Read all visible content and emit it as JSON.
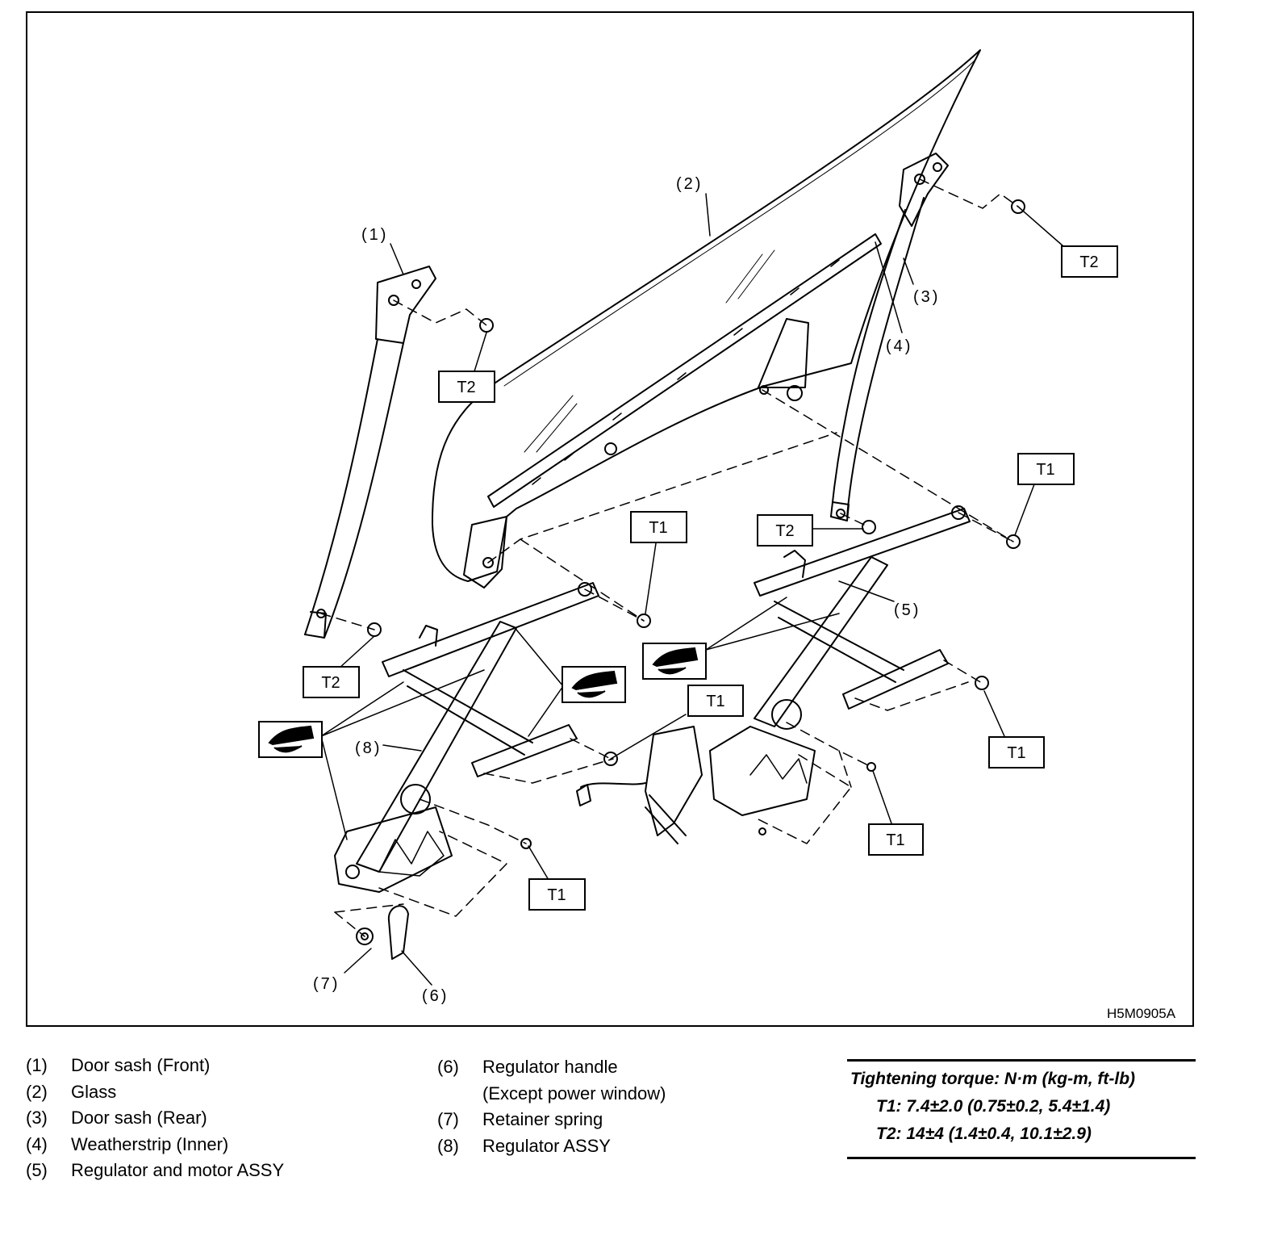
{
  "diagram": {
    "code": "H5M0905A",
    "callouts": [
      "(1)",
      "(2)",
      "(3)",
      "(4)",
      "(5)",
      "(6)",
      "(7)",
      "(8)"
    ],
    "torque_boxes": {
      "t1": "T1",
      "t2": "T2"
    }
  },
  "legend": {
    "items": [
      {
        "num": "(1)",
        "text": "Door sash (Front)"
      },
      {
        "num": "(2)",
        "text": "Glass"
      },
      {
        "num": "(3)",
        "text": "Door sash (Rear)"
      },
      {
        "num": "(4)",
        "text": "Weatherstrip (Inner)"
      },
      {
        "num": "(5)",
        "text": "Regulator and motor ASSY"
      },
      {
        "num": "(6)",
        "text": "Regulator handle",
        "cont": "(Except power window)"
      },
      {
        "num": "(7)",
        "text": "Retainer spring"
      },
      {
        "num": "(8)",
        "text": "Regulator ASSY"
      }
    ]
  },
  "torque": {
    "title": "Tightening torque: N·m (kg-m, ft-lb)",
    "t1": "T1: 7.4±2.0 (0.75±0.2, 5.4±1.4)",
    "t2": "T2: 14±4 (1.4±0.4, 10.1±2.9)"
  }
}
